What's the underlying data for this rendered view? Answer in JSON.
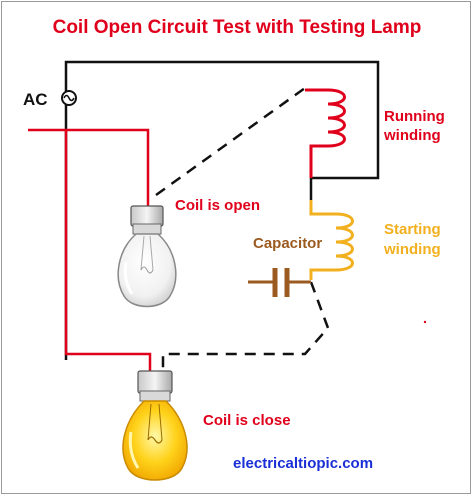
{
  "title": "Coil Open Circuit Test with Testing Lamp",
  "source_label": "AC",
  "labels": {
    "coil_open": "Coil is open",
    "coil_close": "Coil is close",
    "running_winding_line1": "Running",
    "running_winding_line2": "winding",
    "starting_winding_line1": "Starting",
    "starting_winding_line2": "winding",
    "capacitor": "Capacitor"
  },
  "website": "electricaltiopic.com",
  "colors": {
    "title": "#e0001b",
    "label_red": "#e0001b",
    "running_coil": "#e0001b",
    "starting_coil": "#f2b01e",
    "capacitor": "#9b5a20",
    "website": "#1a2fd6",
    "wire_black": "#111111",
    "wire_red": "#e0001b",
    "lamp_on": "#ffd21a"
  }
}
